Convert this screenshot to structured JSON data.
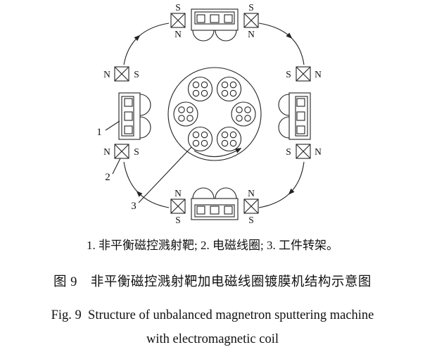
{
  "colors": {
    "ink": "#222222",
    "text": "#111111"
  },
  "diagram": {
    "coils": {
      "top_left": {
        "first": "S",
        "second": "N"
      },
      "top_right": {
        "first": "S",
        "second": "N"
      },
      "left_upper": {
        "first": "N",
        "second": "S"
      },
      "left_lower": {
        "first": "N",
        "second": "S"
      },
      "right_upper": {
        "first": "S",
        "second": "N"
      },
      "right_lower": {
        "first": "S",
        "second": "N"
      },
      "bottom_left": {
        "first": "N",
        "second": "S"
      },
      "bottom_right": {
        "first": "N",
        "second": "S"
      }
    },
    "part_numbers": {
      "target": "1",
      "coil": "2",
      "rack": "3"
    }
  },
  "caption": {
    "legend": "1. 非平衡磁控溅射靶; 2. 电磁线圈; 3. 工件转架。",
    "title_zh": "图 9　非平衡磁控溅射靶加电磁线圈镀膜机结构示意图",
    "title_en_line1": "Fig. 9  Structure of unbalanced magnetron sputtering machine",
    "title_en_line2": "with electromagnetic coil"
  }
}
